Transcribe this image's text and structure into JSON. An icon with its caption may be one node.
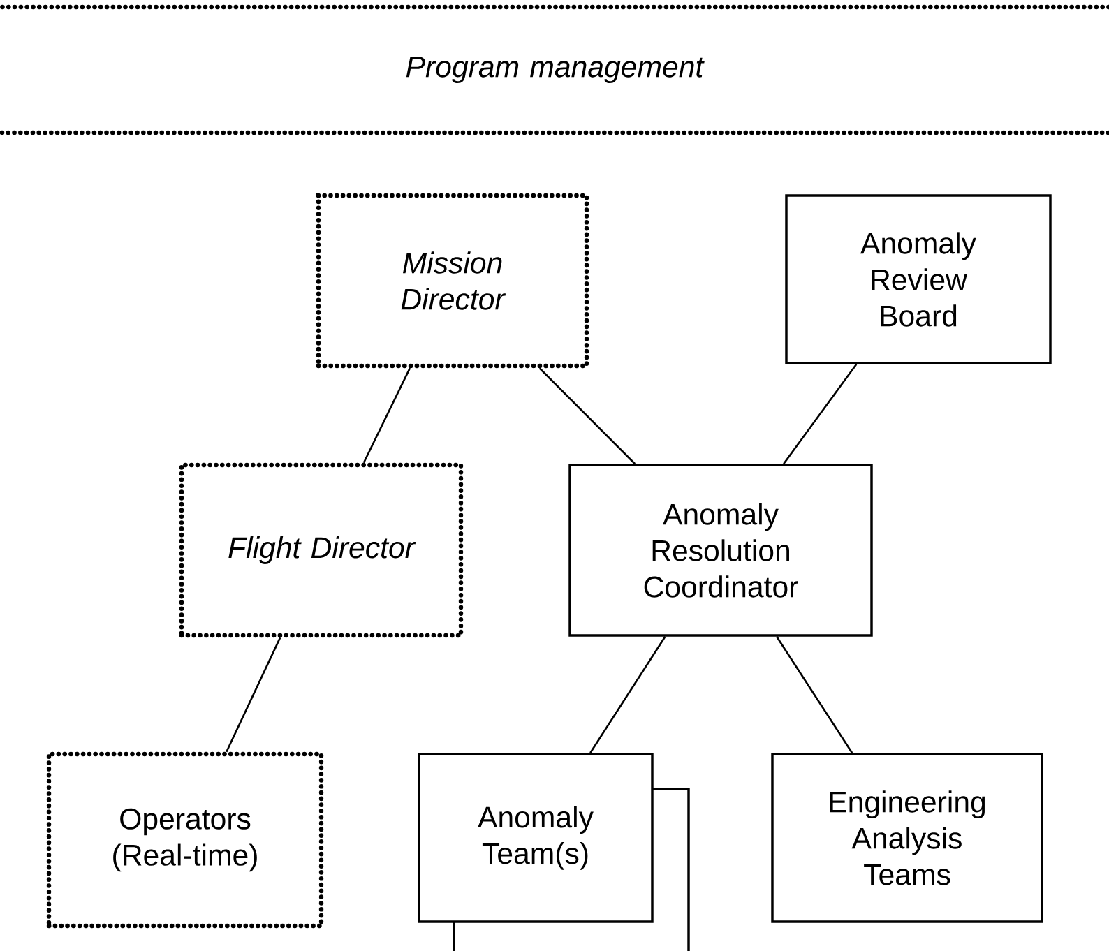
{
  "diagram": {
    "nodes": [
      {
        "text": [
          "Program management"
        ]
      },
      {
        "text": [
          "Mission Director"
        ]
      },
      {
        "text": [
          "Anomaly Review Board"
        ]
      },
      {
        "text": [
          "Flight Director"
        ]
      },
      {
        "text": [
          "Anomaly Resolution Coordinator"
        ]
      },
      {
        "text": [
          "Operators (Real-time)"
        ]
      },
      {
        "text": [
          "Anomaly Team(s)"
        ]
      },
      {
        "text": [
          "Engineering Analysis Teams"
        ]
      }
    ],
    "edges": [
      {
        "from": 1,
        "to": 3,
        "arrow": "none"
      },
      {
        "from": 1,
        "to": 4,
        "arrow": "none"
      },
      {
        "from": 2,
        "to": 4,
        "arrow": "none"
      },
      {
        "from": 3,
        "to": 5,
        "arrow": "none"
      },
      {
        "from": 4,
        "to": 6,
        "arrow": "none"
      },
      {
        "from": 4,
        "to": 7,
        "arrow": "none"
      }
    ]
  }
}
